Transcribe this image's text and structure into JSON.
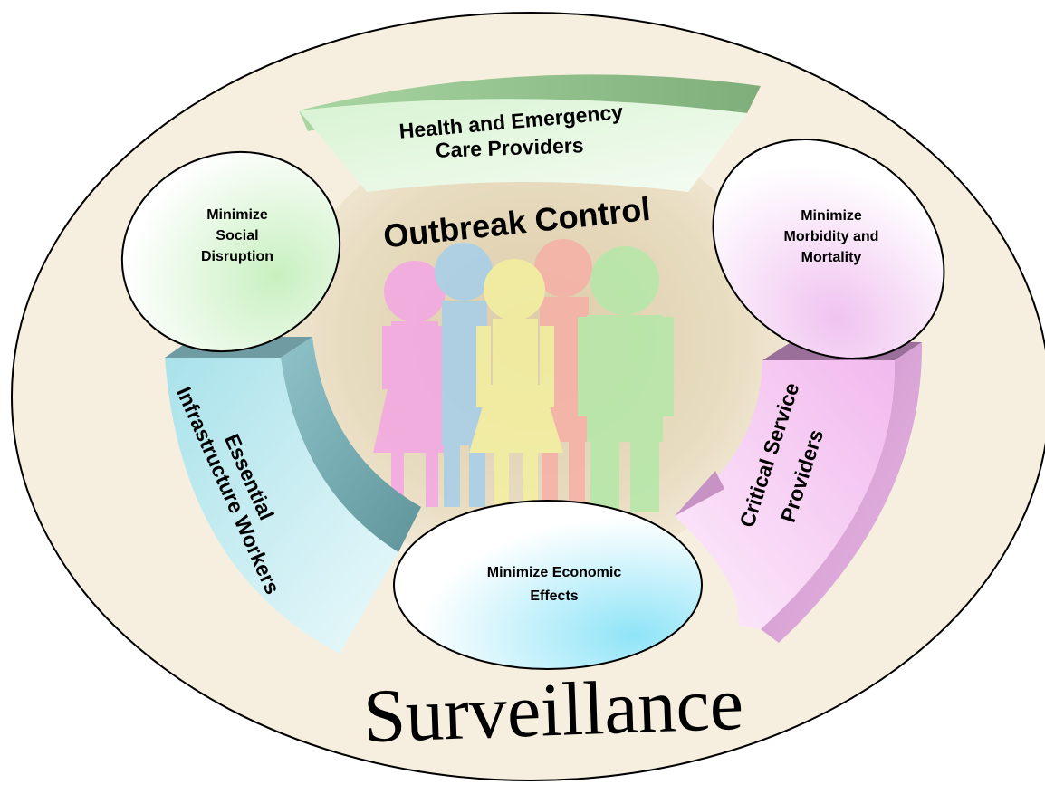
{
  "diagram": {
    "outer_label": "Surveillance",
    "center_label": "Outbreak Control",
    "bands": [
      {
        "id": "health",
        "lines": [
          "Health and Emergency",
          "Care Providers"
        ],
        "color": "#b9e8b0"
      },
      {
        "id": "infrastructure",
        "lines": [
          "Essential",
          "Infrastructure Workers"
        ],
        "color": "#9ccfd6"
      },
      {
        "id": "critical",
        "lines": [
          "Critical Service",
          "Providers"
        ],
        "color": "#f2b8ee"
      }
    ],
    "goals": [
      {
        "id": "social",
        "lines": [
          "Minimize",
          "Social",
          "Disruption"
        ],
        "tint": "#c8f0c0"
      },
      {
        "id": "morbidity",
        "lines": [
          "Minimize",
          "Morbidity and",
          "Mortality"
        ],
        "tint": "#f0c8f0"
      },
      {
        "id": "economic",
        "lines": [
          "Minimize Economic",
          "Effects"
        ],
        "tint": "#8fe4f7"
      }
    ],
    "colors": {
      "outer_fill": "#f6efdf",
      "inner_fill": "#e6d6b4",
      "people": [
        "#f3a6e4",
        "#a6cfea",
        "#f4f0a0",
        "#f6b0a6",
        "#b4e8a8"
      ]
    }
  }
}
